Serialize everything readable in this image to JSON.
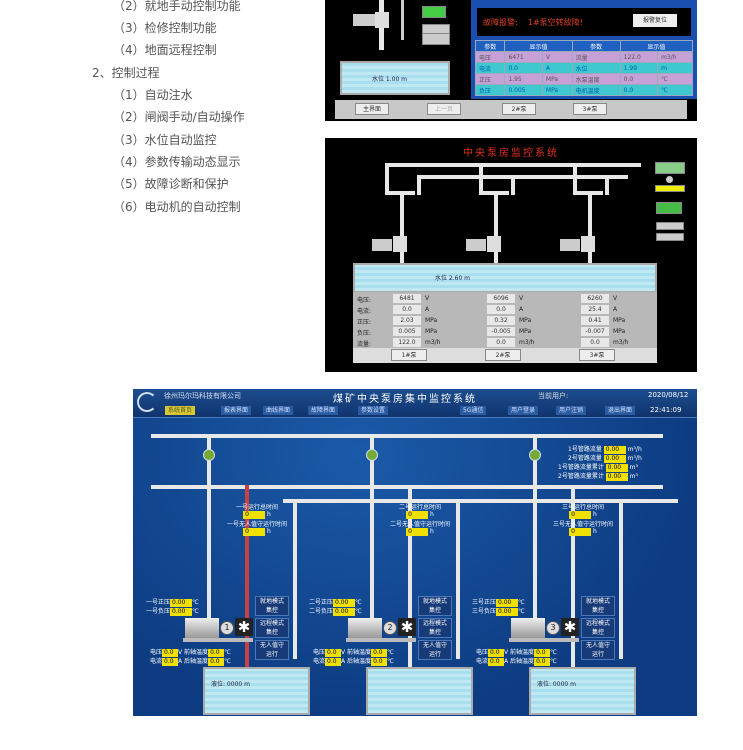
{
  "doc": {
    "items_a": [
      "（2）就地手动控制功能",
      "（3）检修控制功能",
      "（4）地面远程控制"
    ],
    "heading2": "2、控制过程",
    "items_b": [
      "（1）自动注水",
      "（2）闸阀手动/自动操作",
      "（3）水位自动监控",
      "（4）参数传输动态显示",
      "（5）故障诊断和保护",
      "（6）电动机的自动控制"
    ]
  },
  "screen1": {
    "alarm_label": "故障报警:",
    "alarm_text": "1#泵空转故障!",
    "reset_button": "报警复位",
    "table_headers": [
      "参数",
      "显示值",
      "参数",
      "显示值"
    ],
    "rows": [
      {
        "p1": "电压",
        "v1": "6471",
        "u1": "V",
        "p2": "流量",
        "v2": "122.0",
        "u2": "m3/h"
      },
      {
        "p1": "电流",
        "v1": "0.0",
        "u1": "A",
        "p2": "水位",
        "v2": "1.99",
        "u2": "m"
      },
      {
        "p1": "正压",
        "v1": "1.95",
        "u1": "MPa",
        "p2": "水泵温度",
        "v2": "0.0",
        "u2": "℃"
      },
      {
        "p1": "负压",
        "v1": "0.005",
        "u1": "MPa",
        "p2": "电机温度",
        "v2": "0.0",
        "u2": "℃"
      }
    ],
    "water_level": "水位  1.00  m",
    "buttons": [
      "主界面",
      "上一页",
      "2#泵",
      "3#泵"
    ]
  },
  "screen2": {
    "title": "中央泵房监控系统",
    "water_level": "水位  2.60  m",
    "labels": [
      "电压:",
      "电流:",
      "正压:",
      "负压:",
      "流量:"
    ],
    "units": [
      "V",
      "A",
      "MPa",
      "MPa",
      "m3/h"
    ],
    "pumps": [
      {
        "values": [
          "6481",
          "0.0",
          "2.03",
          "0.005",
          "122.0"
        ],
        "button": "1#泵"
      },
      {
        "values": [
          "6096",
          "0.0",
          "0.32",
          "-0.005",
          "0.0"
        ],
        "button": "2#泵"
      },
      {
        "values": [
          "6260",
          "25.4",
          "0.41",
          "-0.007",
          "0.0"
        ],
        "button": "3#泵"
      }
    ]
  },
  "screen3": {
    "company": "徐州玛尔玛科技有限公司",
    "title": "煤矿中央泵房集中监控系统",
    "user_label": "当前用户:",
    "date": "2020/08/12",
    "time": "22:41:09",
    "nav": [
      "系统首页",
      "报表界面",
      "曲线界面",
      "故障界面",
      "参数设置",
      "5G通信",
      "用户登录",
      "用户注销",
      "退出界面"
    ],
    "flows": [
      {
        "label": "1号管路流量",
        "value": "0.00",
        "unit": "m³/h"
      },
      {
        "label": "2号管路流量",
        "value": "0.00",
        "unit": "m³/h"
      },
      {
        "label": "1号管路流量累计",
        "value": "0.00",
        "unit": "m³"
      },
      {
        "label": "2号管路流量累计",
        "value": "0.00",
        "unit": "m³"
      }
    ],
    "pumps": [
      {
        "num": "1",
        "run_total": "一号运行总时间",
        "run_unattended": "一号无人值守运行时间",
        "rt_val": "0",
        "ru_val": "0",
        "h": "h",
        "pos_label": "一号正压",
        "neg_label": "一号负压",
        "pos": "0.00",
        "neg": "0.00",
        "tu": "℃",
        "volt_l": "电压",
        "volt": "0.0",
        "vu": "V",
        "cur_l": "电流",
        "cur": "0.0",
        "cu": "A",
        "ft_l": "前轴温度",
        "ft": "0.0",
        "bt_l": "后轴温度",
        "bt": "0.0",
        "modes": [
          [
            "就地模式",
            "集控"
          ],
          [
            "远程模式",
            "集控"
          ],
          [
            "无人值守",
            "运行"
          ]
        ],
        "level": "液位: 0000 m"
      },
      {
        "num": "2",
        "run_total": "二号运行总时间",
        "run_unattended": "二号无人值守运行时间",
        "rt_val": "0",
        "ru_val": "0",
        "h": "h",
        "pos_label": "二号正压",
        "neg_label": "二号负压",
        "pos": "0.00",
        "neg": "0.00",
        "tu": "℃",
        "volt_l": "电压",
        "volt": "0.0",
        "vu": "V",
        "cur_l": "电流",
        "cur": "0.0",
        "cu": "A",
        "ft_l": "前轴温度",
        "ft": "0.0",
        "bt_l": "后轴温度",
        "bt": "0.0",
        "modes": [
          [
            "就地模式",
            "集控"
          ],
          [
            "远程模式",
            "集控"
          ],
          [
            "无人值守",
            "运行"
          ]
        ],
        "level": ""
      },
      {
        "num": "3",
        "run_total": "三号运行总时间",
        "run_unattended": "三号无人值守运行时间",
        "rt_val": "0",
        "ru_val": "0",
        "h": "h",
        "pos_label": "三号正压",
        "neg_label": "三号负压",
        "pos": "0.00",
        "neg": "0.00",
        "tu": "℃",
        "volt_l": "电压",
        "volt": "0.0",
        "vu": "V",
        "cur_l": "电流",
        "cur": "0.0",
        "cu": "A",
        "ft_l": "前轴温度",
        "ft": "0.0",
        "bt_l": "后轴温度",
        "bt": "0.0",
        "modes": [
          [
            "就地模式",
            "集控"
          ],
          [
            "远程模式",
            "集控"
          ],
          [
            "无人值守",
            "运行"
          ]
        ],
        "level": "液位: 0000 m"
      }
    ]
  }
}
